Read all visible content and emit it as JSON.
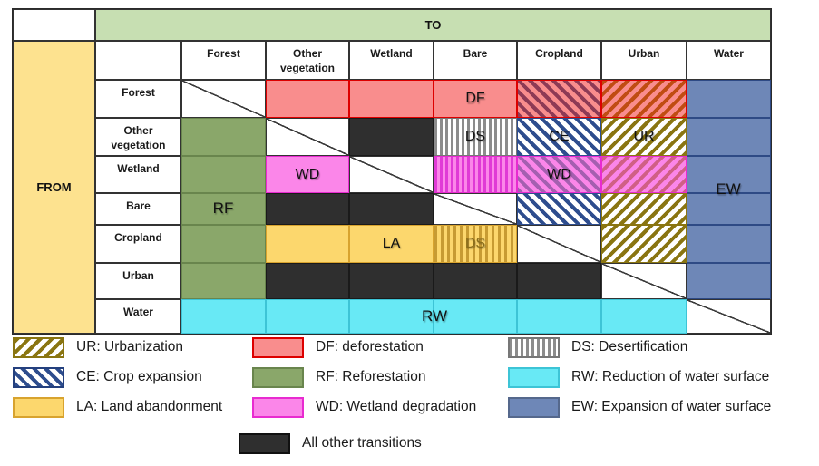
{
  "header": {
    "to_label": "TO",
    "from_label": "FROM"
  },
  "columns": [
    "Forest",
    "Other vegetation",
    "Wetland",
    "Bare",
    "Cropland",
    "Urban",
    "Water"
  ],
  "matrix": {
    "rows": [
      {
        "name": "Forest",
        "cells": [
          {
            "t": "diag"
          },
          {
            "t": "df"
          },
          {
            "t": "df"
          },
          {
            "t": "df",
            "label": "DF"
          },
          {
            "t": "df-ce"
          },
          {
            "t": "df-ur"
          },
          {
            "t": "ew"
          }
        ]
      },
      {
        "name": "Other vegetation",
        "cells": [
          {
            "t": "rf"
          },
          {
            "t": "diag"
          },
          {
            "t": "other"
          },
          {
            "t": "ds",
            "label": "DS"
          },
          {
            "t": "ce",
            "label": "CE"
          },
          {
            "t": "ur",
            "label": "UR"
          },
          {
            "t": "ew"
          }
        ]
      },
      {
        "name": "Wetland",
        "cells": [
          {
            "t": "rf"
          },
          {
            "t": "wd",
            "label": "WD"
          },
          {
            "t": "diag"
          },
          {
            "t": "wd-ds"
          },
          {
            "t": "wd-ce",
            "label": "WD"
          },
          {
            "t": "wd-ur"
          },
          {
            "t": "ew"
          }
        ]
      },
      {
        "name": "Bare",
        "cells": [
          {
            "t": "rf"
          },
          {
            "t": "other"
          },
          {
            "t": "other"
          },
          {
            "t": "diag"
          },
          {
            "t": "ce"
          },
          {
            "t": "ur"
          },
          {
            "t": "ew"
          }
        ]
      },
      {
        "name": "Cropland",
        "cells": [
          {
            "t": "rf"
          },
          {
            "t": "la"
          },
          {
            "t": "la",
            "label": "LA"
          },
          {
            "t": "la-ds",
            "label": "DS",
            "label_color": "#8a6d1a"
          },
          {
            "t": "diag"
          },
          {
            "t": "ur"
          },
          {
            "t": "ew"
          }
        ]
      },
      {
        "name": "Urban",
        "cells": [
          {
            "t": "rf"
          },
          {
            "t": "other"
          },
          {
            "t": "other"
          },
          {
            "t": "other"
          },
          {
            "t": "other"
          },
          {
            "t": "diag"
          },
          {
            "t": "ew"
          }
        ]
      },
      {
        "name": "Water",
        "cells": [
          {
            "t": "rw"
          },
          {
            "t": "rw"
          },
          {
            "t": "rw"
          },
          {
            "t": "rw"
          },
          {
            "t": "rw"
          },
          {
            "t": "rw"
          },
          {
            "t": "diag"
          }
        ]
      }
    ]
  },
  "region_labels": [
    {
      "id": "rf",
      "text": "RF"
    },
    {
      "id": "ew",
      "text": "EW"
    },
    {
      "id": "rw",
      "text": "RW"
    }
  ],
  "legend": {
    "columns": [
      [
        {
          "code": "ur",
          "text": "UR: Urbanization"
        },
        {
          "code": "ce",
          "text": "CE: Crop expansion"
        },
        {
          "code": "la",
          "text": "LA: Land abandonment"
        }
      ],
      [
        {
          "code": "df",
          "text": "DF: deforestation"
        },
        {
          "code": "rf",
          "text": "RF: Reforestation"
        },
        {
          "code": "wd",
          "text": "WD: Wetland degradation"
        }
      ],
      [
        {
          "code": "ds",
          "text": "DS: Desertification"
        },
        {
          "code": "rw",
          "text": "RW: Reduction of water surface"
        },
        {
          "code": "ew",
          "text": "EW: Expansion of water surface"
        }
      ]
    ],
    "bottom": {
      "code": "other",
      "text": "All other transitions"
    }
  },
  "colors": {
    "grid-bd": "#333333",
    "label": "#111111",
    "to-bg": "#c7dfb2",
    "from-bg": "#fde28f",
    "df-bg": "#f98d8d",
    "df-bd": "#dd0000",
    "rf-bg": "#8aa76a",
    "rf-bd": "#69854d",
    "wd-bg": "#fb86e9",
    "wd-bd": "#e82bd0",
    "la-bg": "#fcd76d",
    "la-bd": "#d8a32e",
    "rw-bg": "#68e9f5",
    "rw-bd": "#3dc4d6",
    "ew-bg": "#6e87b7",
    "ew-bd": "#2e4a85",
    "other-bg": "#2f2f2f",
    "other-bd": "#1a1a1a",
    "ds-stripe": "#8c8c8c",
    "ce-stripe": "#2e4d8e",
    "ur-stripe": "#8a7511",
    "dfce-stripe": "#8e3a55",
    "dfur-stripe": "#c04c12",
    "wdds-stripe": "#e03ad6",
    "wdce-stripe": "#a55fb0",
    "wdur-stripe": "#d05f85",
    "lads-stripe": "#c79b33"
  }
}
